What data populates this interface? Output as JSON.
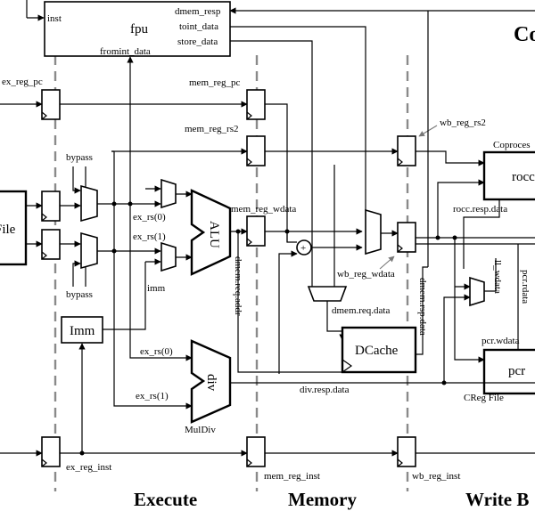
{
  "title": "Co",
  "stages": {
    "execute": "Execute",
    "memory": "Memory",
    "writeback": "Write B"
  },
  "blocks": {
    "fpu": "fpu",
    "alu": "ALU",
    "div": "div",
    "dcache": "DCache",
    "imm": "Imm",
    "regfile": "File",
    "rocc": "rocc",
    "pcr": "pcr"
  },
  "labels": {
    "fpu_inst": "inst",
    "fpu_dmem_resp": "dmem_resp",
    "fpu_toint_data": "toint_data",
    "fpu_store_data": "store_data",
    "fpu_fromint_data": "fromint_data",
    "ex_reg_pc": "ex_reg_pc",
    "mem_reg_pc": "mem_reg_pc",
    "mem_reg_rs2": "mem_reg_rs2",
    "wb_reg_rs2": "wb_reg_rs2",
    "coprocessor": "Coproces",
    "bypass_top": "bypass",
    "bypass_bottom": "bypass",
    "ex_rs0": "ex_rs(0)",
    "ex_rs1": "ex_rs(1)",
    "imm_lower": "imm",
    "mem_reg_wdata": "mem_reg_wdata",
    "rocc_resp_data": "rocc.resp.data",
    "wb_reg_wdata": "wb_reg_wdata",
    "dmem_req_addr": "dmem.req.addr",
    "dmem_req_data": "dmem.req.data",
    "dmem_rsp_data": "dmem.rsp.data",
    "ll_wdata": "ll_wdata",
    "pcr_rdata": "pcr.rdata",
    "pcr_wdata": "pcr.wdata",
    "div_ex_rs0": "ex_rs(0)",
    "div_ex_rs1": "ex_rs(1)",
    "div_resp_data": "div.resp.data",
    "creg_file": "CReg File",
    "muldiv": "MulDiv",
    "ex_reg_inst": "ex_reg_inst",
    "mem_reg_inst": "mem_reg_inst",
    "wb_reg_inst": "wb_reg_inst",
    "adder": "+"
  }
}
